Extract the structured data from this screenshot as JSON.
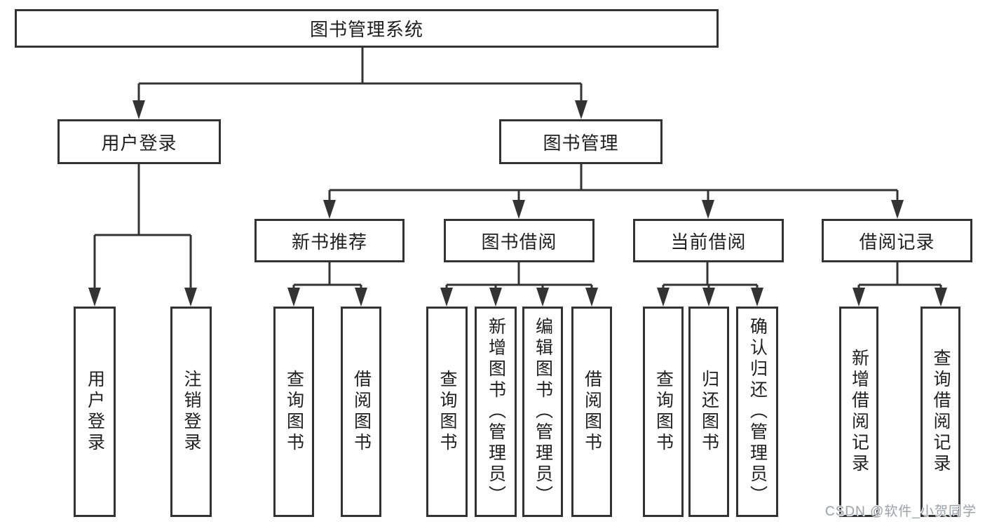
{
  "diagram": {
    "root": {
      "label": "图书管理系统"
    },
    "branches": [
      {
        "label": "用户登录",
        "children": [
          {
            "label": "用户登录"
          },
          {
            "label": "注销登录"
          }
        ]
      },
      {
        "label": "图书管理",
        "children": [
          {
            "label": "新书推荐",
            "children": [
              {
                "label": "查询图书"
              },
              {
                "label": "借阅图书"
              }
            ]
          },
          {
            "label": "图书借阅",
            "children": [
              {
                "label": "查询图书"
              },
              {
                "label": "新增图书（管理员）"
              },
              {
                "label": "编辑图书（管理员）"
              },
              {
                "label": "借阅图书"
              }
            ]
          },
          {
            "label": "当前借阅",
            "children": [
              {
                "label": "查询图书"
              },
              {
                "label": "归还图书"
              },
              {
                "label": "确认归还（管理员）"
              }
            ]
          },
          {
            "label": "借阅记录",
            "children": [
              {
                "label": "新增借阅记录"
              },
              {
                "label": "查询借阅记录"
              }
            ]
          }
        ]
      }
    ],
    "watermark": "CSDN @软件_小贺同学",
    "colors": {
      "line": "#333333",
      "text": "#1f1f1f",
      "box_background": "#ffffff",
      "page_background": "#ffffff",
      "watermark": "#9ea3a8"
    }
  }
}
